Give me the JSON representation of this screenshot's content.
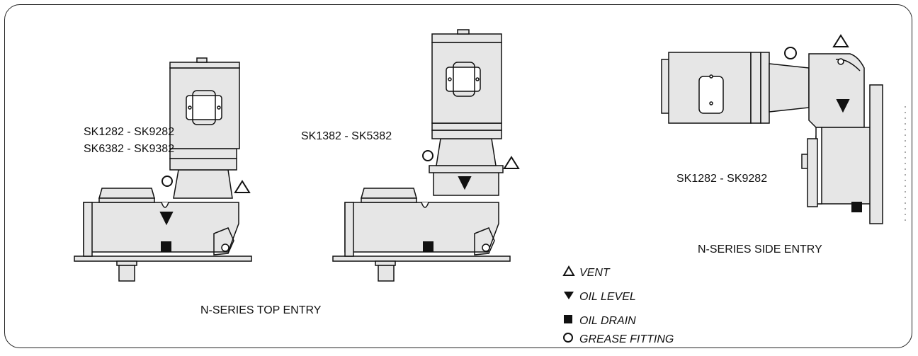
{
  "labels": {
    "top_left_line1": "SK1282 - SK9282",
    "top_left_line2": "SK6382 - SK9382",
    "top_middle": "SK1382 - SK5382",
    "side": "SK1282 - SK9282",
    "top_entry_caption": "N-SERIES TOP ENTRY",
    "side_entry_caption": "N-SERIES SIDE ENTRY"
  },
  "legend": [
    {
      "icon": "triangle-outline-icon",
      "label": "VENT"
    },
    {
      "icon": "triangle-filled-icon",
      "label": "OIL LEVEL"
    },
    {
      "icon": "square-filled-icon",
      "label": "OIL DRAIN"
    },
    {
      "icon": "circle-outline-icon",
      "label": "GREASE FITTING"
    }
  ],
  "colors": {
    "body_fill": "#e6e6e6",
    "stroke": "#111111",
    "marker": "#111111"
  }
}
